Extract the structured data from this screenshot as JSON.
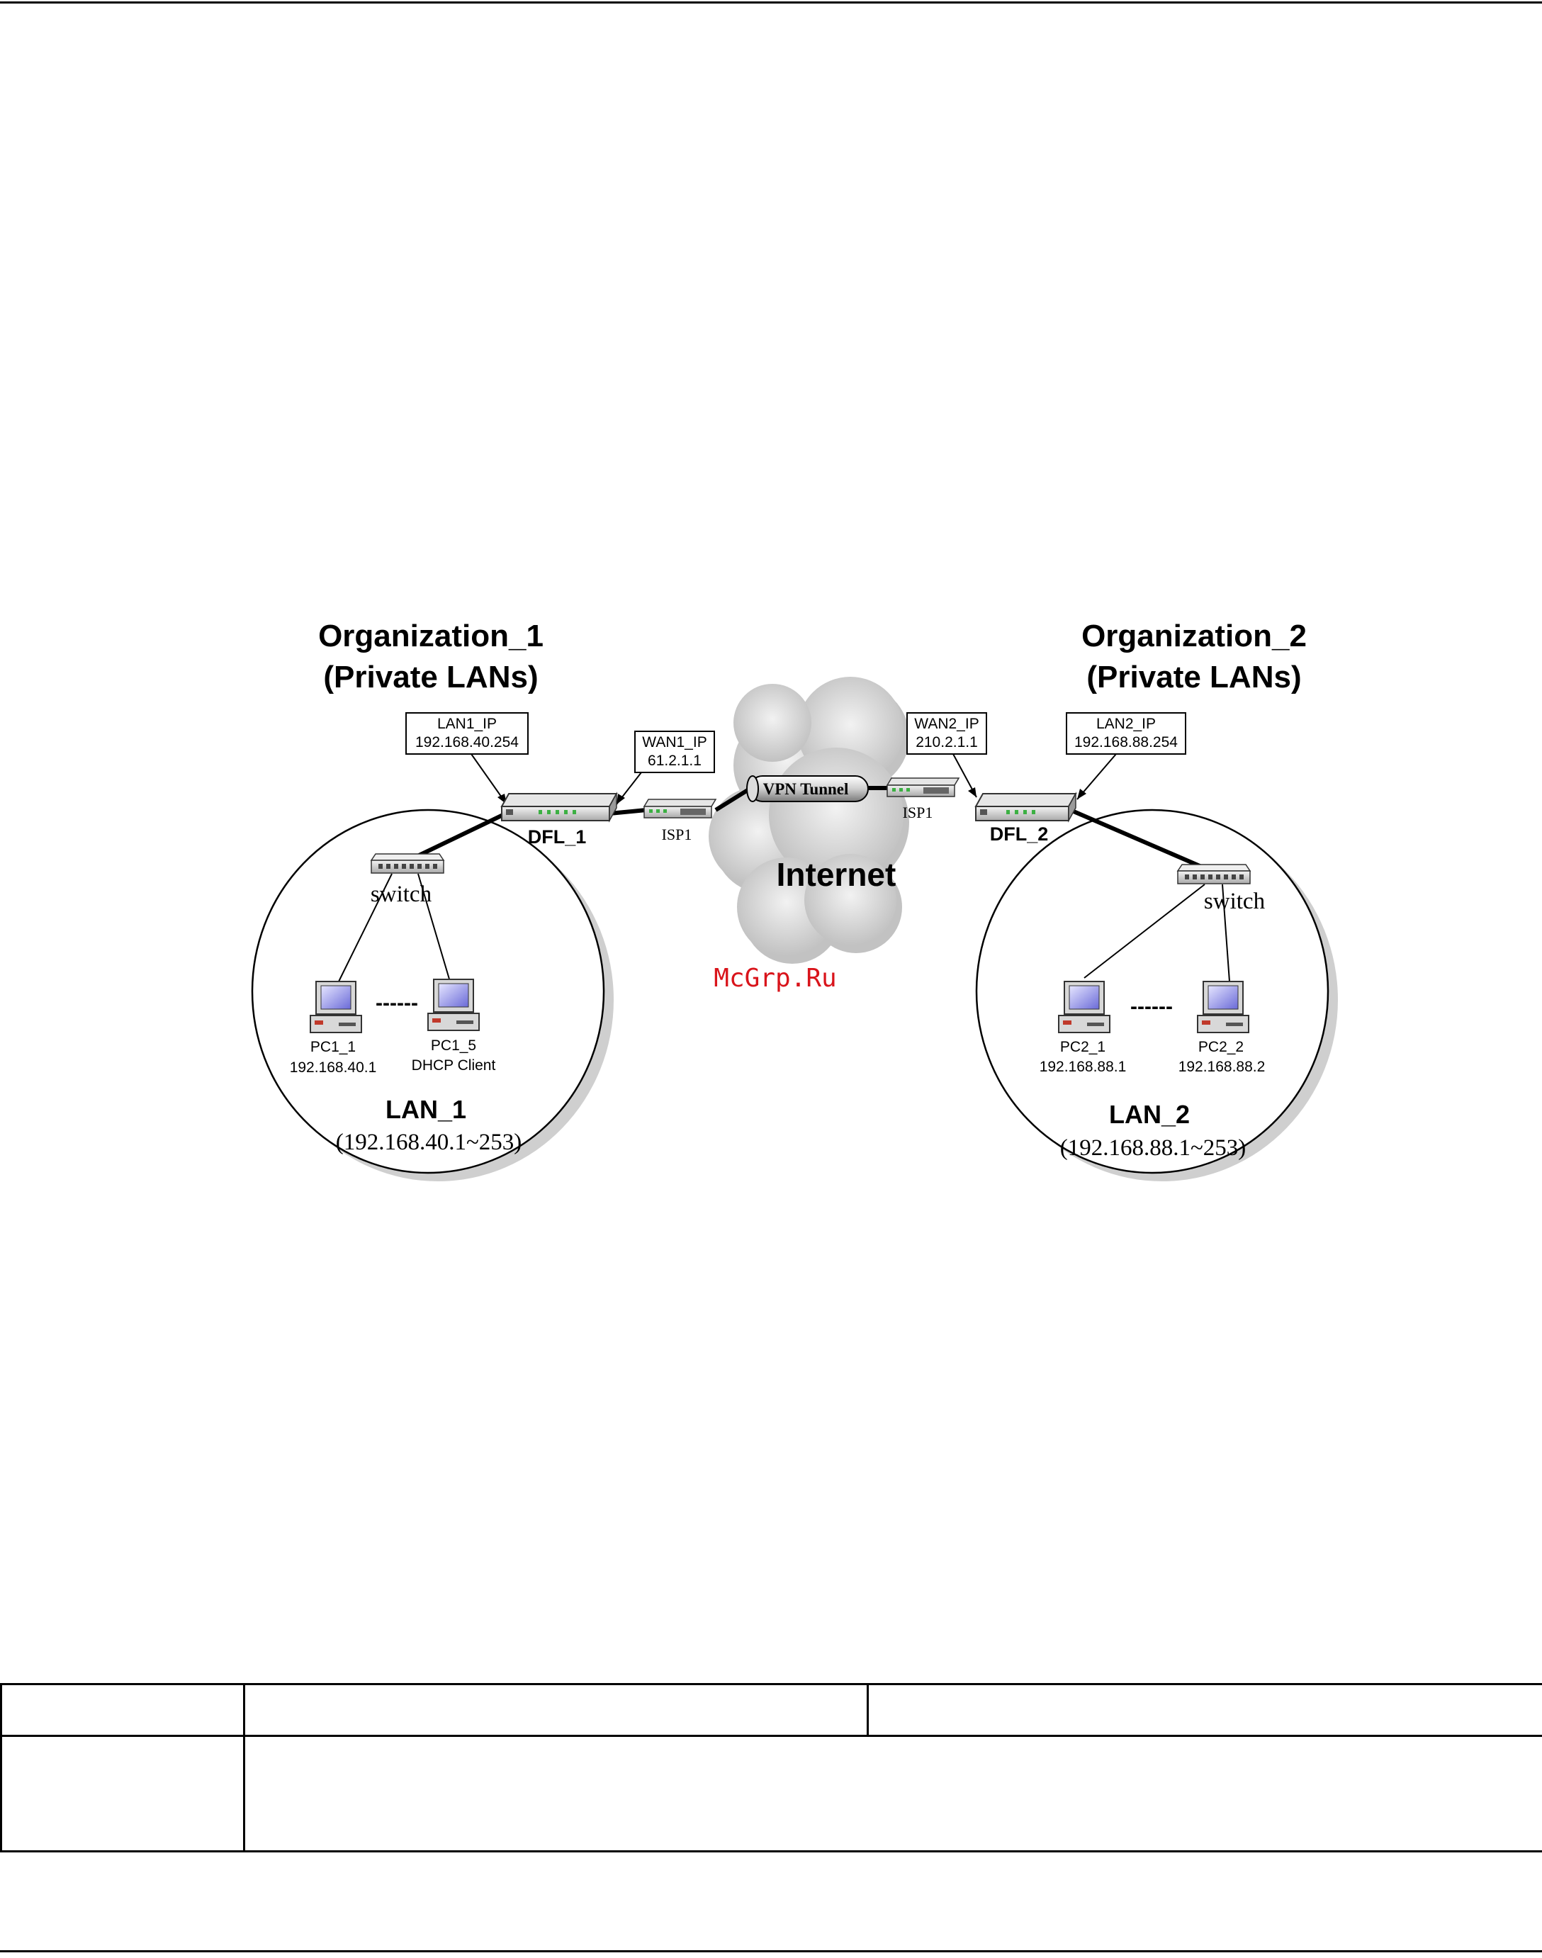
{
  "diagram": {
    "org1": {
      "title": "Organization_1",
      "subtitle": "(Private LANs)"
    },
    "org2": {
      "title": "Organization_2",
      "subtitle": "(Private LANs)"
    },
    "lan1_ip": {
      "label": "LAN1_IP",
      "value": "192.168.40.254"
    },
    "wan1_ip": {
      "label": "WAN1_IP",
      "value": "61.2.1.1"
    },
    "wan2_ip": {
      "label": "WAN2_IP",
      "value": "210.2.1.1"
    },
    "lan2_ip": {
      "label": "LAN2_IP",
      "value": "192.168.88.254"
    },
    "dfl1": "DFL_1",
    "dfl2": "DFL_2",
    "isp_left": "ISP1",
    "isp_right": "ISP1",
    "vpn_tunnel": "VPN Tunnel",
    "internet": "Internet",
    "watermark": "McGrp.Ru",
    "switch_left": "switch",
    "switch_right": "switch",
    "pc1_1": {
      "name": "PC1_1",
      "ip": "192.168.40.1"
    },
    "pc1_5": {
      "name": "PC1_5",
      "ip": "DHCP Client"
    },
    "pc2_1": {
      "name": "PC2_1",
      "ip": "192.168.88.1"
    },
    "pc2_2": {
      "name": "PC2_2",
      "ip": "192.168.88.2"
    },
    "lan1": {
      "title": "LAN_1",
      "range": "(192.168.40.1~253)"
    },
    "lan2": {
      "title": "LAN_2",
      "range": "(192.168.88.1~253)"
    },
    "dots": "------"
  },
  "table": {
    "row1": [
      "",
      "",
      ""
    ],
    "row2": [
      "",
      ""
    ]
  }
}
